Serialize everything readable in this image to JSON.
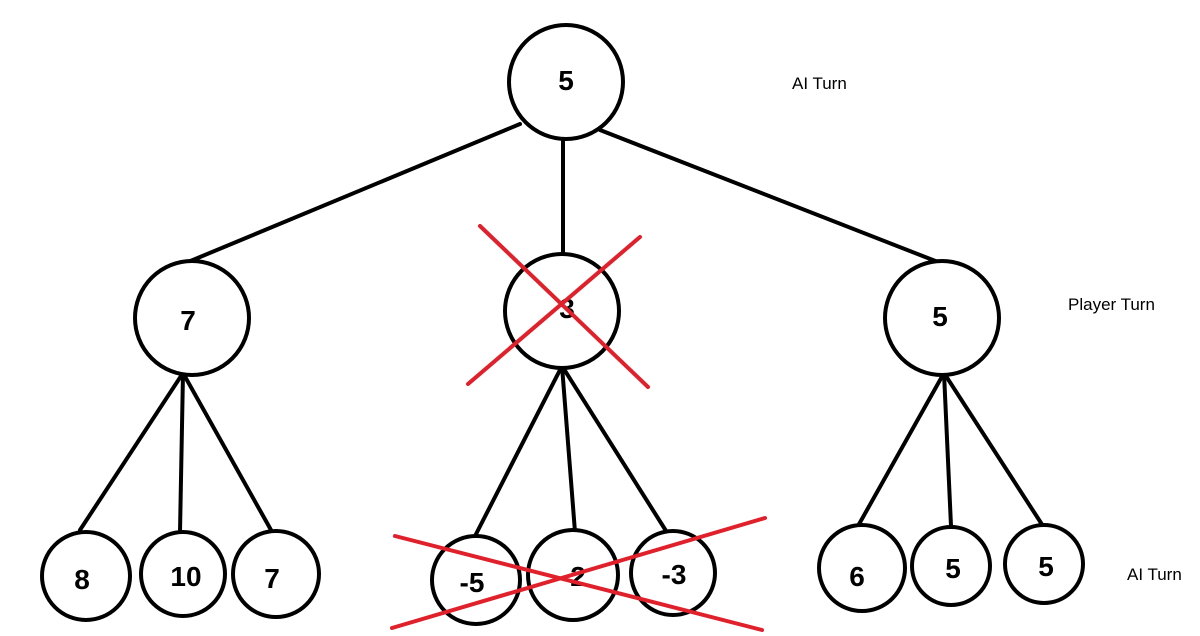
{
  "root": {
    "value": "5"
  },
  "level1": [
    {
      "value": "7",
      "pruned": false
    },
    {
      "value": "3",
      "pruned": true
    },
    {
      "value": "5",
      "pruned": false
    }
  ],
  "leaves": [
    {
      "value": "8",
      "parent": 0
    },
    {
      "value": "10",
      "parent": 0
    },
    {
      "value": "7",
      "parent": 0
    },
    {
      "value": "-5",
      "parent": 1
    },
    {
      "value": "2",
      "parent": 1
    },
    {
      "value": "-3",
      "parent": 1
    },
    {
      "value": "6",
      "parent": 2
    },
    {
      "value": "5",
      "parent": 2
    },
    {
      "value": "5",
      "parent": 2
    }
  ],
  "labels": {
    "ai_turn_top": "AI Turn",
    "player_turn": "Player Turn",
    "ai_turn_bottom": "AI Turn"
  },
  "colors": {
    "prune_cross": "#e0202a",
    "stroke": "#000000"
  }
}
